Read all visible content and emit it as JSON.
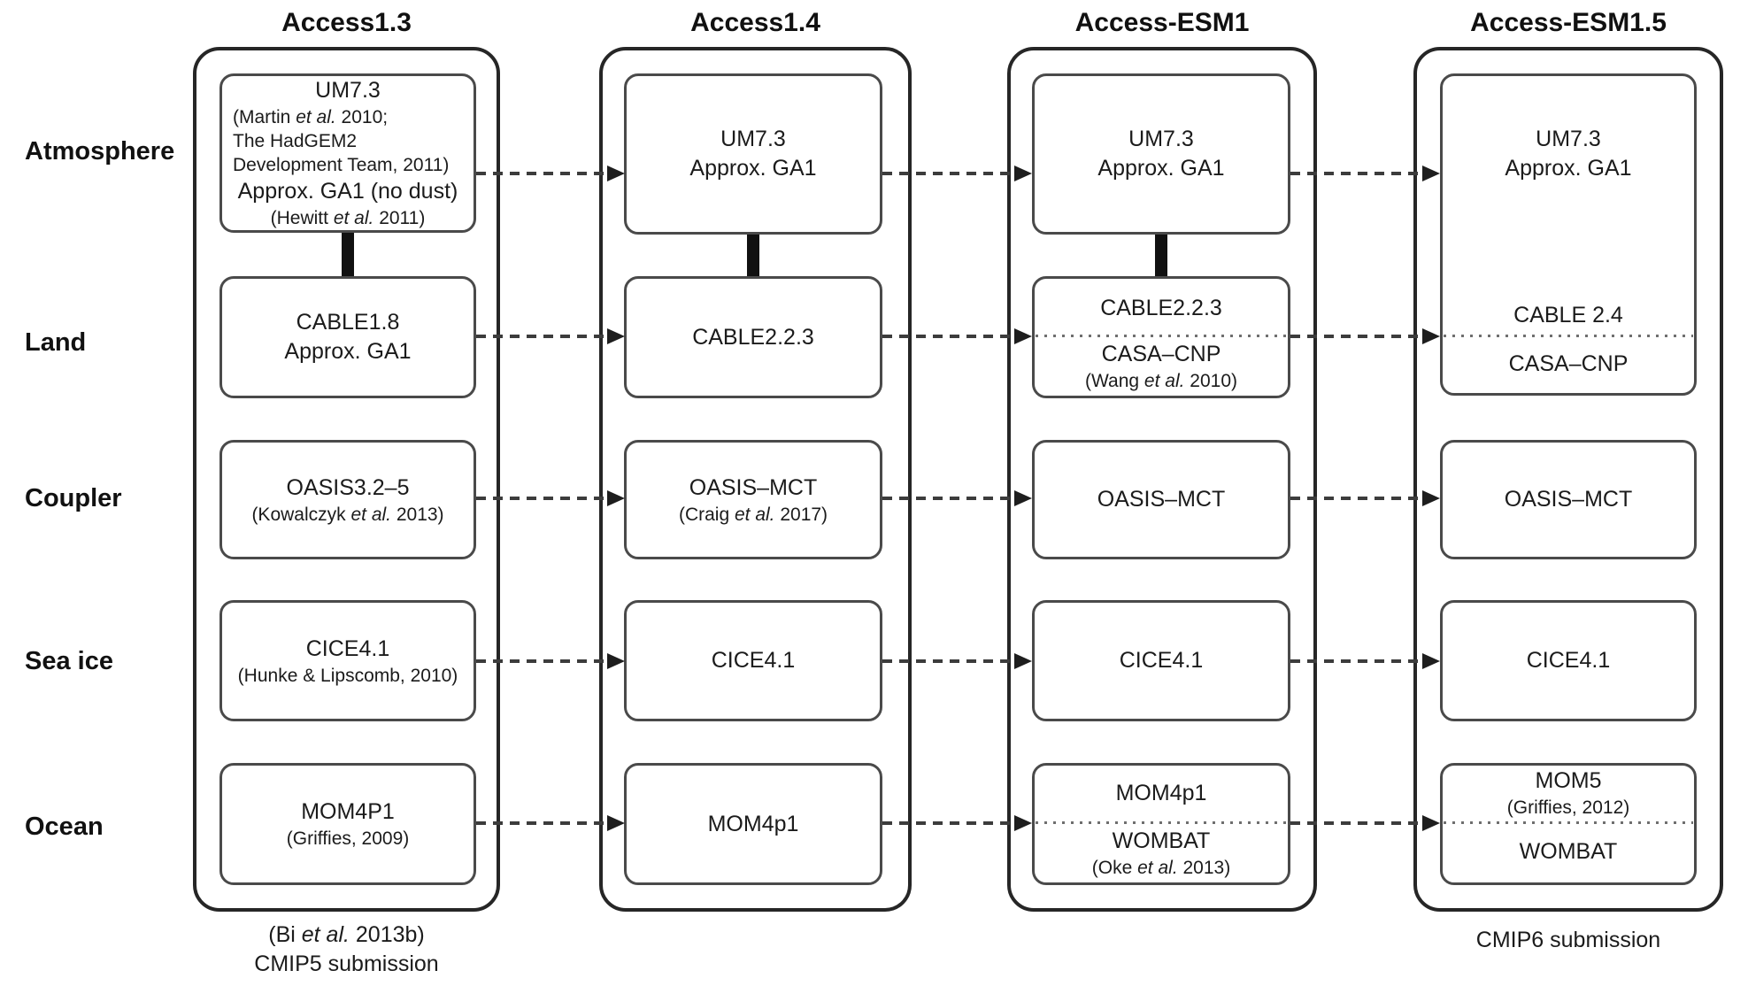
{
  "colors": {
    "background": "#ffffff",
    "container_border": "#262626",
    "box_border": "#4a4a4a",
    "arrow": "#3c3c3c",
    "divider_dots": "#6e6e6e",
    "text": "#1b1b1b"
  },
  "row_labels": [
    "Atmosphere",
    "Land",
    "Coupler",
    "Sea ice",
    "Ocean"
  ],
  "columns": [
    {
      "title": "Access1.3",
      "boxes": {
        "atmosphere": {
          "lines": [
            {
              "parts": [
                [
                  "UM7.3",
                  0
                ]
              ]
            },
            {
              "parts": [
                [
                  "(Martin ",
                  0
                ],
                [
                  "et al.",
                  1
                ],
                [
                  " 2010;",
                  0
                ]
              ],
              "small": 1,
              "left": 1
            },
            {
              "parts": [
                [
                  "The HadGEM2",
                  0
                ]
              ],
              "small": 1,
              "left": 1
            },
            {
              "parts": [
                [
                  "Development Team, 2011)",
                  0
                ]
              ],
              "small": 1,
              "left": 1
            },
            {
              "parts": [
                [
                  "Approx. GA1 (no dust)",
                  0
                ]
              ]
            },
            {
              "parts": [
                [
                  "(Hewitt ",
                  0
                ],
                [
                  "et al.",
                  1
                ],
                [
                  " 2011)",
                  0
                ]
              ],
              "small": 1
            }
          ]
        },
        "land": {
          "lines": [
            {
              "parts": [
                [
                  "CABLE1.8",
                  0
                ]
              ]
            },
            {
              "parts": [
                [
                  "Approx. GA1",
                  0
                ]
              ]
            }
          ]
        },
        "coupler": {
          "lines": [
            {
              "parts": [
                [
                  "OASIS3.2–5",
                  0
                ]
              ]
            },
            {
              "parts": [
                [
                  "(Kowalczyk ",
                  0
                ],
                [
                  "et al.",
                  1
                ],
                [
                  " 2013)",
                  0
                ]
              ],
              "small": 1
            }
          ]
        },
        "sea_ice": {
          "lines": [
            {
              "parts": [
                [
                  "CICE4.1",
                  0
                ]
              ]
            },
            {
              "parts": [
                [
                  "(Hunke & Lipscomb, 2010)",
                  0
                ]
              ],
              "small": 1
            }
          ]
        },
        "ocean": {
          "lines": [
            {
              "parts": [
                [
                  "MOM4P1",
                  0
                ]
              ]
            },
            {
              "parts": [
                [
                  "(Griffies, 2009)",
                  0
                ]
              ],
              "small": 1
            }
          ]
        }
      },
      "caption": {
        "lines": [
          {
            "parts": [
              [
                "(Bi ",
                0
              ],
              [
                "et al.",
                1
              ],
              [
                " 2013b)",
                0
              ]
            ]
          },
          {
            "parts": [
              [
                "CMIP5 submission",
                0
              ]
            ]
          }
        ]
      }
    },
    {
      "title": "Access1.4",
      "boxes": {
        "atmosphere": {
          "lines": [
            {
              "parts": [
                [
                  "UM7.3",
                  0
                ]
              ]
            },
            {
              "parts": [
                [
                  "Approx. GA1",
                  0
                ]
              ]
            }
          ]
        },
        "land": {
          "lines": [
            {
              "parts": [
                [
                  "CABLE2.2.3",
                  0
                ]
              ]
            }
          ]
        },
        "coupler": {
          "lines": [
            {
              "parts": [
                [
                  "OASIS–MCT",
                  0
                ]
              ]
            },
            {
              "parts": [
                [
                  "(Craig ",
                  0
                ],
                [
                  "et al.",
                  1
                ],
                [
                  " 2017)",
                  0
                ]
              ],
              "small": 1
            }
          ]
        },
        "sea_ice": {
          "lines": [
            {
              "parts": [
                [
                  "CICE4.1",
                  0
                ]
              ]
            }
          ]
        },
        "ocean": {
          "lines": [
            {
              "parts": [
                [
                  "MOM4p1",
                  0
                ]
              ]
            }
          ]
        }
      }
    },
    {
      "title": "Access-ESM1",
      "boxes": {
        "atmosphere": {
          "lines": [
            {
              "parts": [
                [
                  "UM7.3",
                  0
                ]
              ]
            },
            {
              "parts": [
                [
                  "Approx. GA1",
                  0
                ]
              ]
            }
          ]
        },
        "land": {
          "top": [
            {
              "parts": [
                [
                  "CABLE2.2.3",
                  0
                ]
              ]
            }
          ],
          "bottom": [
            {
              "parts": [
                [
                  "CASA–CNP",
                  0
                ]
              ]
            },
            {
              "parts": [
                [
                  "(Wang ",
                  0
                ],
                [
                  "et al.",
                  1
                ],
                [
                  " 2010)",
                  0
                ]
              ],
              "small": 1
            }
          ]
        },
        "coupler": {
          "lines": [
            {
              "parts": [
                [
                  "OASIS–MCT",
                  0
                ]
              ]
            }
          ]
        },
        "sea_ice": {
          "lines": [
            {
              "parts": [
                [
                  "CICE4.1",
                  0
                ]
              ]
            }
          ]
        },
        "ocean": {
          "top": [
            {
              "parts": [
                [
                  "MOM4p1",
                  0
                ]
              ]
            }
          ],
          "bottom": [
            {
              "parts": [
                [
                  "WOMBAT",
                  0
                ]
              ]
            },
            {
              "parts": [
                [
                  "(Oke ",
                  0
                ],
                [
                  "et al.",
                  1
                ],
                [
                  " 2013)",
                  0
                ]
              ],
              "small": 1
            }
          ]
        }
      }
    },
    {
      "title": "Access-ESM1.5",
      "boxes": {
        "atmosphere": {
          "lines": [
            {
              "parts": [
                [
                  "UM7.3",
                  0
                ]
              ]
            },
            {
              "parts": [
                [
                  "Approx. GA1",
                  0
                ]
              ]
            }
          ]
        },
        "land": {
          "top": [
            {
              "parts": [
                [
                  "CABLE 2.4",
                  0
                ]
              ]
            }
          ],
          "bottom": [
            {
              "parts": [
                [
                  "CASA–CNP",
                  0
                ]
              ]
            }
          ]
        },
        "coupler": {
          "lines": [
            {
              "parts": [
                [
                  "OASIS–MCT",
                  0
                ]
              ]
            }
          ]
        },
        "sea_ice": {
          "lines": [
            {
              "parts": [
                [
                  "CICE4.1",
                  0
                ]
              ]
            }
          ]
        },
        "ocean": {
          "top": [
            {
              "parts": [
                [
                  "MOM5",
                  0
                ]
              ]
            },
            {
              "parts": [
                [
                  "(Griffies, 2012)",
                  0
                ]
              ],
              "small": 1
            }
          ],
          "bottom": [
            {
              "parts": [
                [
                  "WOMBAT",
                  0
                ]
              ]
            }
          ]
        }
      },
      "caption": {
        "lines": [
          {
            "parts": [
              [
                "CMIP6 submission",
                0
              ]
            ]
          }
        ]
      }
    }
  ]
}
